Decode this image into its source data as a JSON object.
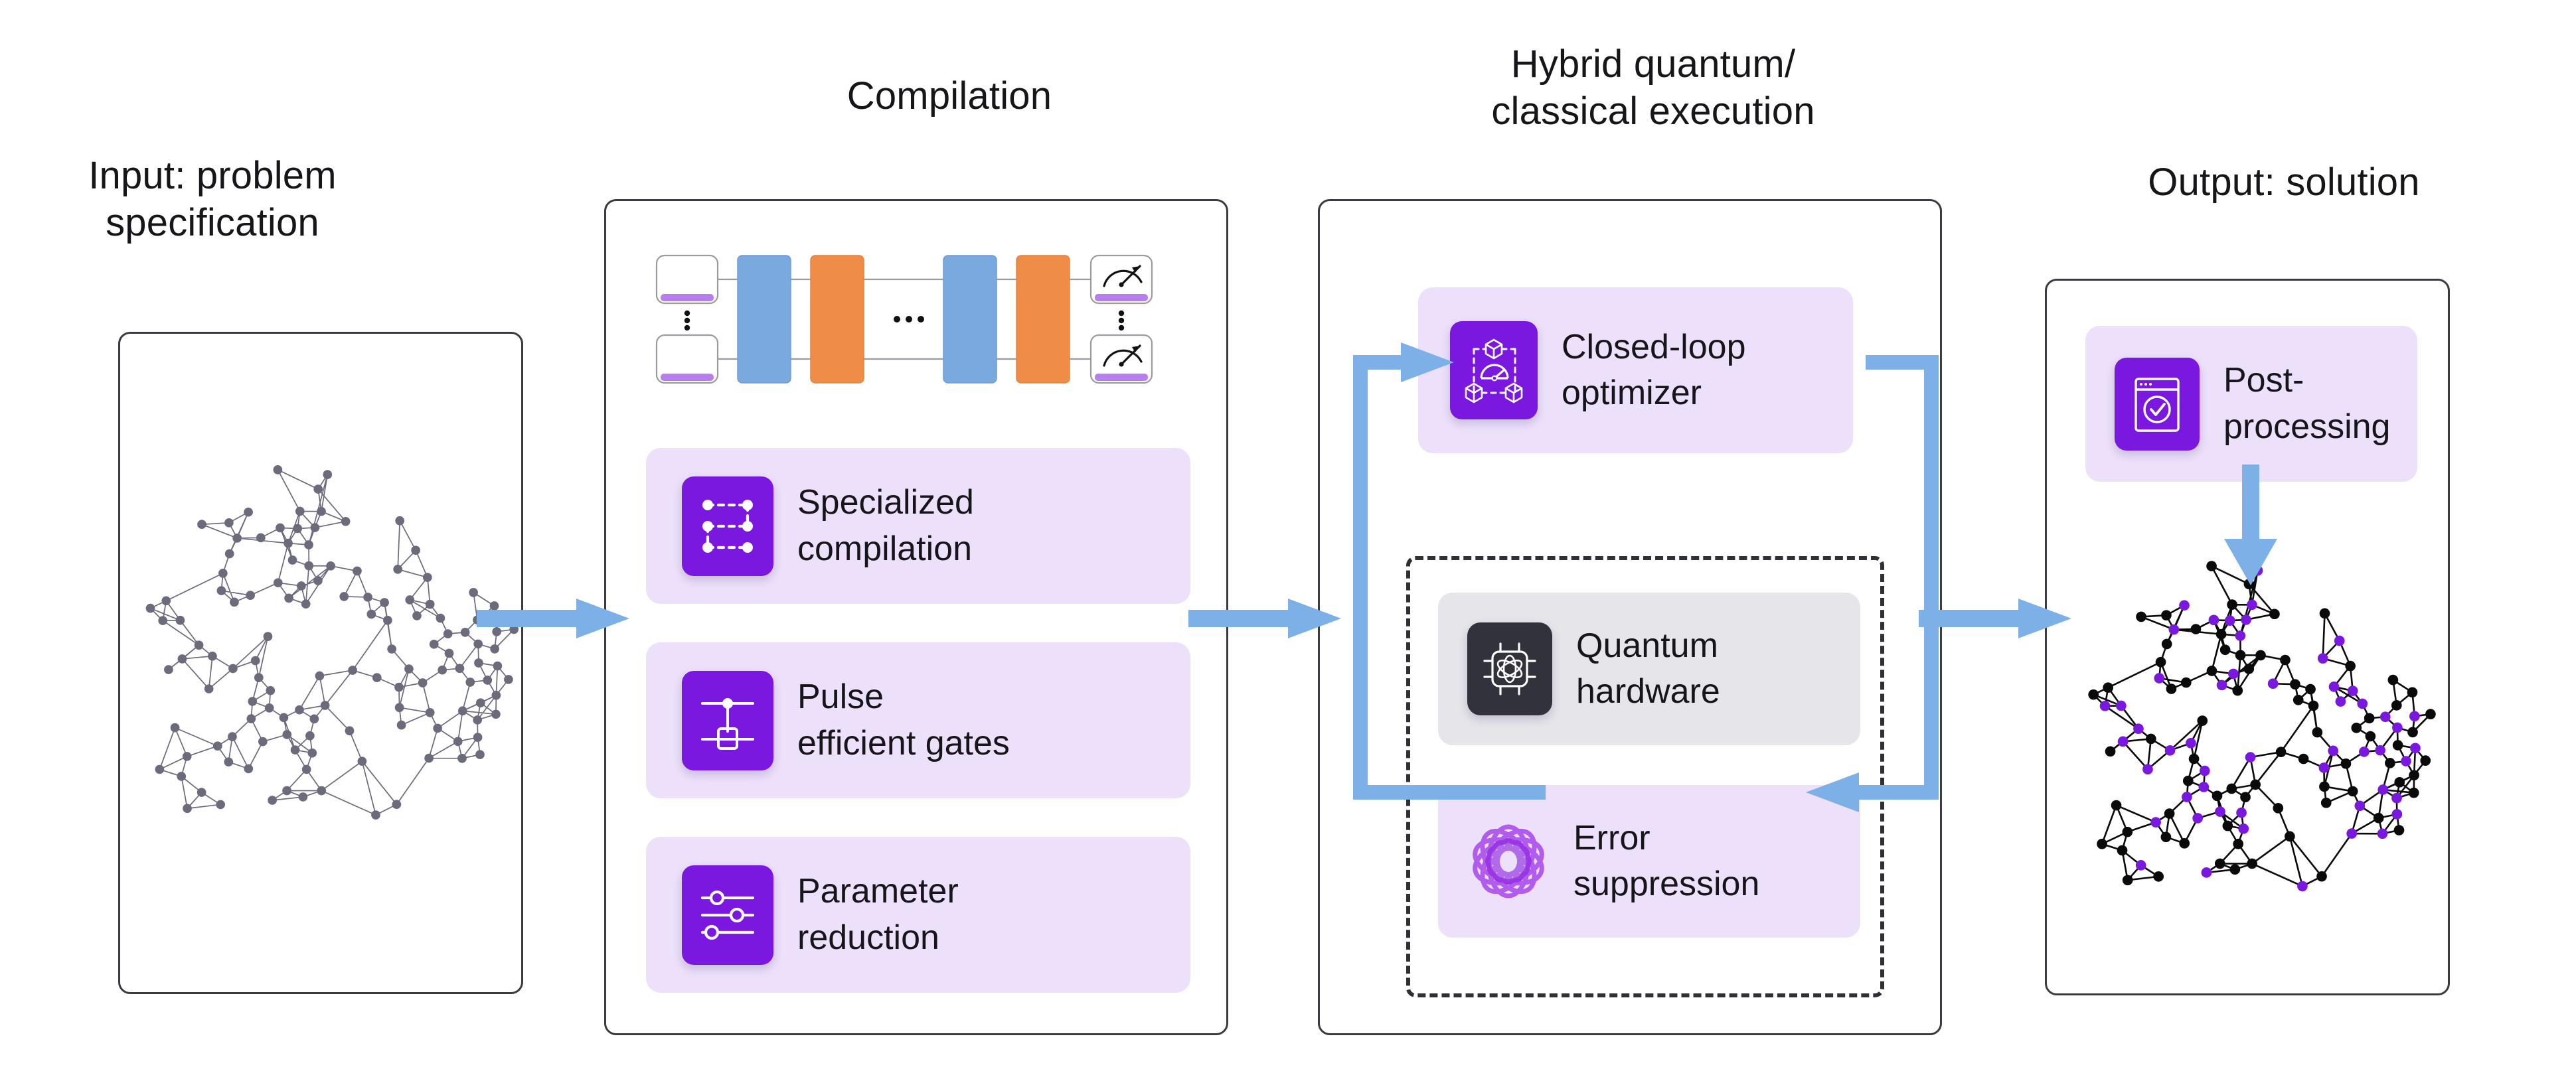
{
  "diagram": {
    "title": "Quantum computing workflow pipeline",
    "background": "#ffffff",
    "colors": {
      "accent_purple": "#7b18e0",
      "card_purple_bg": "#ece0fb",
      "card_gray_bg": "#e5e5ea",
      "icon_dark_bg": "#32323c",
      "arrow_blue": "#7eb0e8",
      "panel_border": "#3a3a42",
      "graph_input_node": "#6b6b7b",
      "graph_output_node_black": "#0a0a0a",
      "graph_output_node_purple": "#7b18e0",
      "gate_blue": "#7aa9e0",
      "gate_orange": "#ef8c48",
      "qubit_bar_purple": "#b87ef0",
      "text": "#16161a"
    }
  },
  "stages": {
    "input": {
      "header_line1": "Input: problem",
      "header_line2": "specification",
      "graph_caption": "problem-graph"
    },
    "compilation": {
      "header_line1": "Compilation",
      "header_line2": "",
      "circuit": {
        "ellipsis": "•••",
        "vertical_ellipsis": "⋮",
        "gate_sequence": [
          "init",
          "blue",
          "orange",
          "ellipsis",
          "blue",
          "orange",
          "measure"
        ],
        "qubit_rows": 2
      },
      "cards": [
        {
          "label_line1": "Specialized",
          "label_line2": "compilation",
          "icon": "dotted-grid-icon",
          "icon_style": "purple"
        },
        {
          "label_line1": "Pulse",
          "label_line2": "efficient gates",
          "icon": "cnot-gate-icon",
          "icon_style": "purple"
        },
        {
          "label_line1": "Parameter",
          "label_line2": "reduction",
          "icon": "sliders-icon",
          "icon_style": "purple"
        }
      ]
    },
    "hybrid": {
      "header_line1": "Hybrid quantum/",
      "header_line2": "classical execution",
      "cards": [
        {
          "label_line1": "Closed-loop",
          "label_line2": "optimizer",
          "icon": "cubes-gauge-icon",
          "icon_style": "purple",
          "in_dashed_box": false
        },
        {
          "label_line1": "Quantum",
          "label_line2": "hardware",
          "icon": "quantum-chip-icon",
          "icon_style": "dark",
          "in_dashed_box": true
        },
        {
          "label_line1": "Error",
          "label_line2": "suppression",
          "icon": "error-rosette-icon",
          "icon_style": "plain",
          "in_dashed_box": true
        }
      ],
      "feedback_loop": {
        "left_arrow_direction": "up-then-right-into-optimizer",
        "right_arrow_direction": "right-then-down-then-left-into-hardware-box"
      }
    },
    "output": {
      "header_line1": "Output: solution",
      "header_line2": "",
      "card": {
        "label_line1": "Post-",
        "label_line2": "processing",
        "icon": "window-check-icon",
        "icon_style": "purple"
      },
      "graph_caption": "solution-graph"
    }
  },
  "flow_arrows": [
    {
      "from": "input",
      "to": "compilation",
      "direction": "right"
    },
    {
      "from": "compilation",
      "to": "hybrid",
      "direction": "right"
    },
    {
      "from": "hybrid",
      "to": "output",
      "direction": "right"
    },
    {
      "from": "post-processing",
      "to": "solution-graph",
      "direction": "down"
    }
  ]
}
